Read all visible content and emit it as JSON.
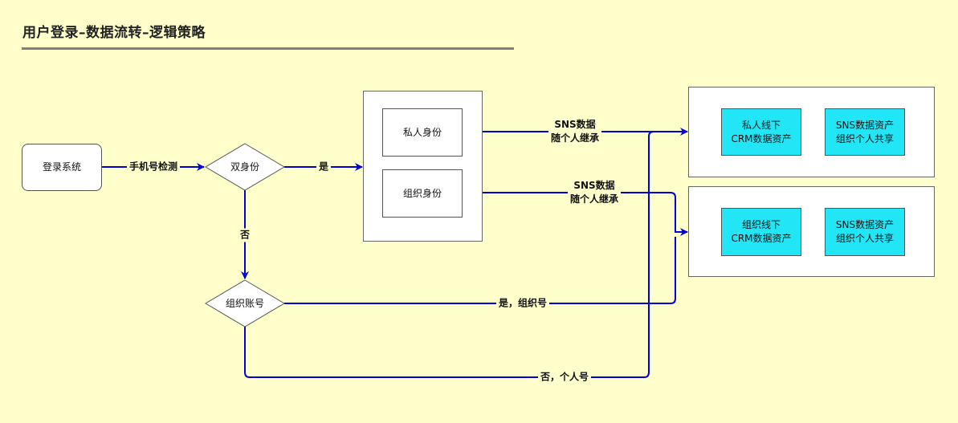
{
  "title": "用户登录–数据流转–逻辑策略",
  "colors": {
    "background": "#ffffcc",
    "edge": "#0000dd",
    "asset_box": "#22e5f5"
  },
  "nodes": {
    "login": "登录系统",
    "dual_identity": "双身份",
    "private_identity": "私人身份",
    "org_identity": "组织身份",
    "org_account": "组织账号",
    "private_offline_crm": {
      "line1": "私人线下",
      "line2": "CRM数据资产"
    },
    "private_sns_shared": {
      "line1": "SNS数据资产",
      "line2": "组织个人共享"
    },
    "org_offline_crm": {
      "line1": "组织线下",
      "line2": "CRM数据资产"
    },
    "org_sns_shared": {
      "line1": "SNS数据资产",
      "line2": "组织个人共享"
    }
  },
  "edge_labels": {
    "phone_check": "手机号检测",
    "yes": "是",
    "no": "否",
    "private_sns": {
      "line1": "SNS数据",
      "line2": "随个人继承"
    },
    "org_sns": {
      "line1": "SNS数据",
      "line2": "随个人继承"
    },
    "yes_org": "是，组织号",
    "no_personal": "否，个人号"
  }
}
